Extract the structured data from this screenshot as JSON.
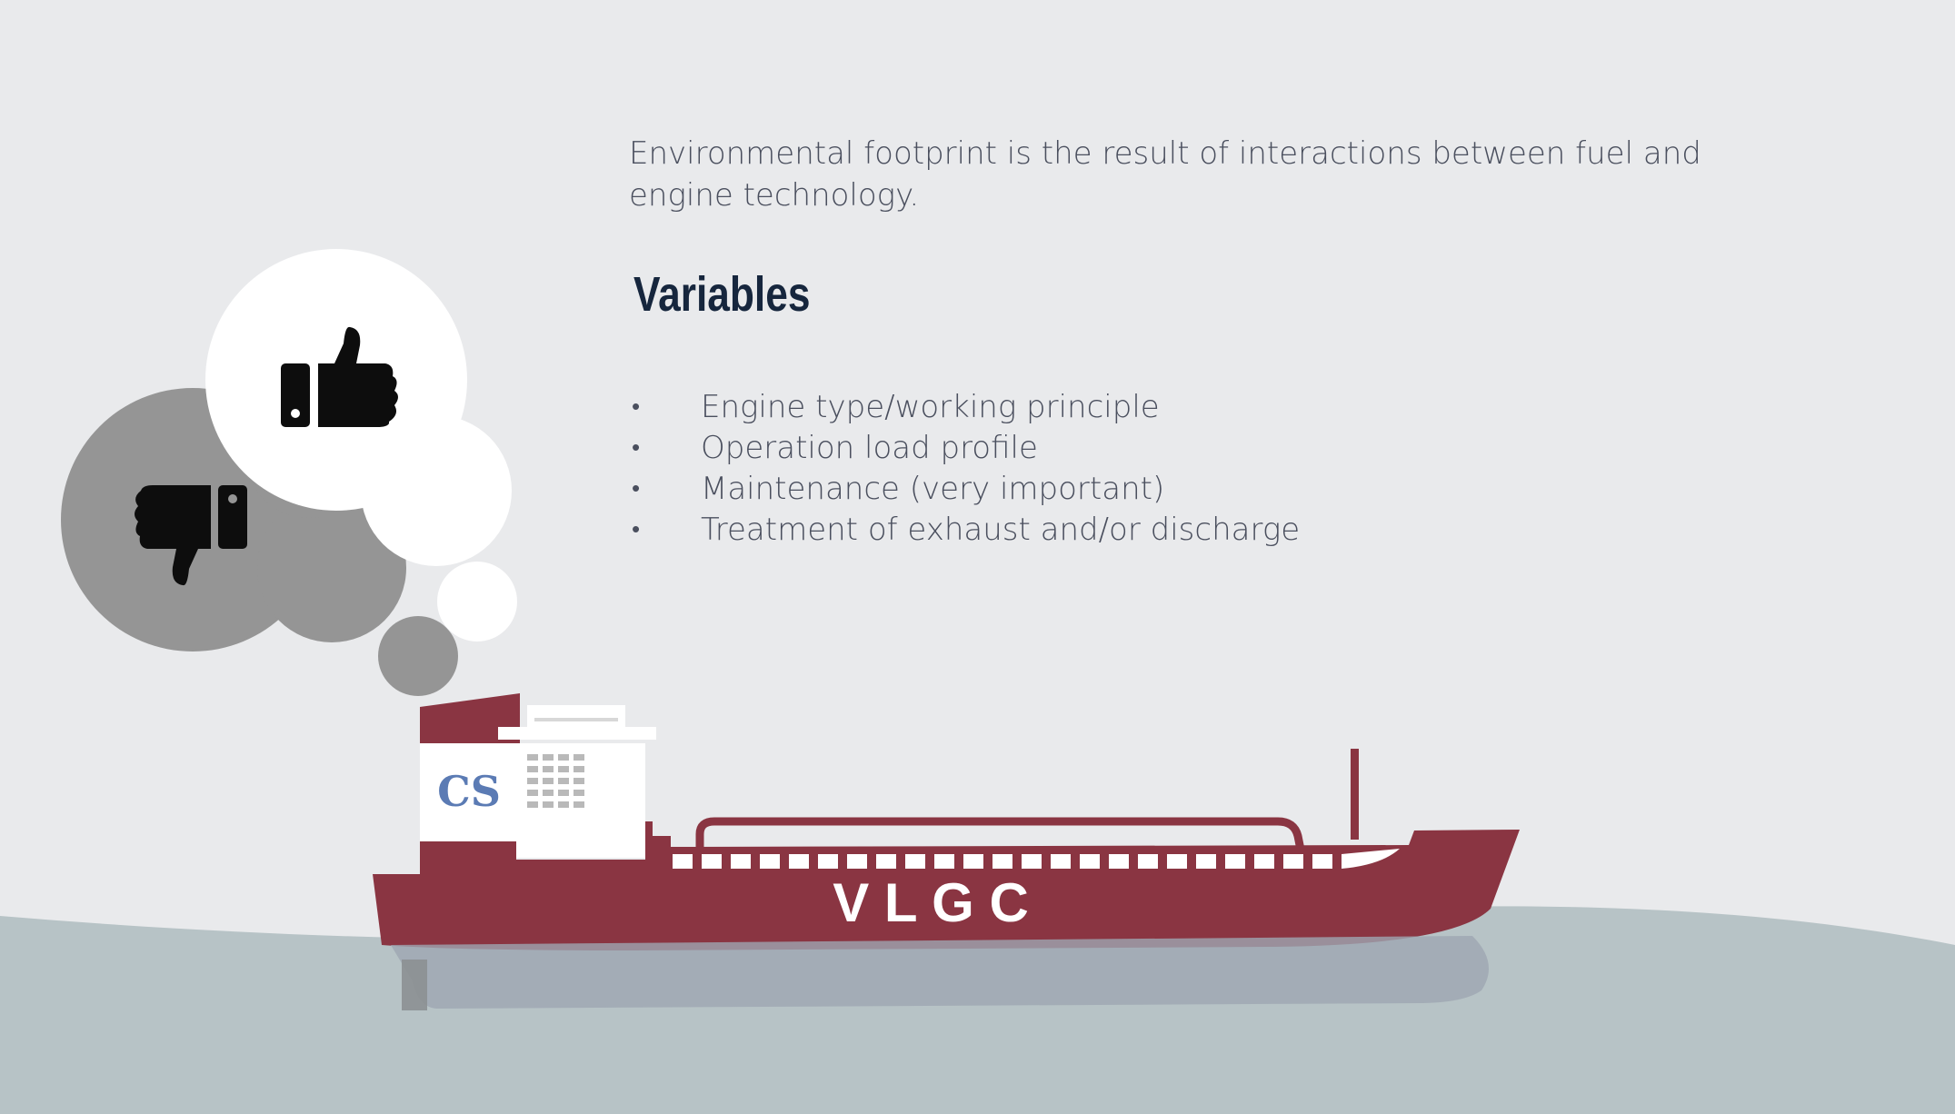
{
  "intro_text": "Environmental footprint is the result of interactions between fuel and engine technology.",
  "variables_heading": "Variables",
  "variables": [
    "Engine type/working principle",
    "Operation load profile",
    "Maintenance (very important)",
    "Treatment of exhaust and/or discharge"
  ],
  "ship": {
    "hull_label": "V L G C",
    "logo_text": "CS"
  },
  "colors": {
    "background": "#e9eaec",
    "sea": "#b7c3c6",
    "hull": "#8a3542",
    "thought_bubble_good": "#ffffff",
    "thought_bubble_bad": "#959595",
    "heading": "#16263d",
    "body_text": "#4a4f5e",
    "logo": "#5b7bb4"
  },
  "icons": [
    "thumbs-up-icon",
    "thumbs-down-icon",
    "company-logo"
  ]
}
